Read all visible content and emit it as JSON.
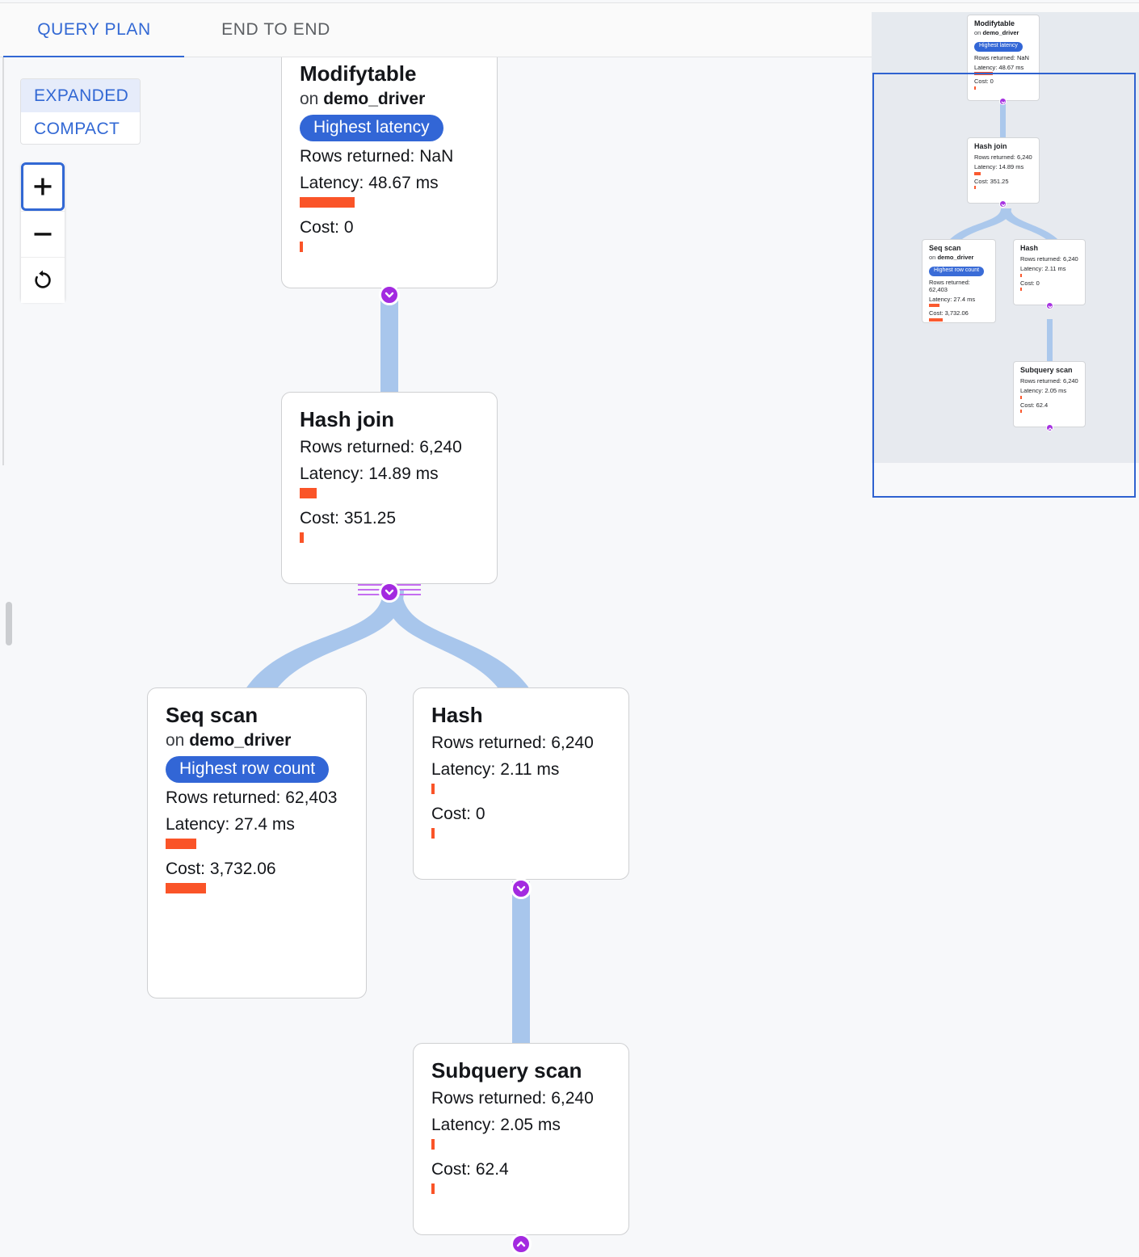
{
  "tabs": [
    {
      "label": "QUERY PLAN",
      "active": true
    },
    {
      "label": "END TO END",
      "active": false
    }
  ],
  "display_mode": {
    "options": [
      {
        "label": "EXPANDED",
        "selected": true
      },
      {
        "label": "COMPACT",
        "selected": false
      }
    ]
  },
  "zoom_controls": [
    {
      "name": "zoom-in",
      "glyph": "plus"
    },
    {
      "name": "zoom-out",
      "glyph": "minus"
    },
    {
      "name": "reset-view",
      "glyph": "reset"
    }
  ],
  "colors": {
    "accent_blue": "#3268d4",
    "badge_blue": "#3266d6",
    "metric_bar": "#fa5428",
    "edge_blue": "#a8c6ec",
    "handle_purple": "#a32ae0",
    "canvas_bg": "#f7f8fa",
    "minimap_bg": "#e6eaef",
    "minimap_viewport_border": "#2f62d0"
  },
  "labels": {
    "rows_returned": "Rows returned:",
    "latency": "Latency:",
    "cost": "Cost:",
    "on": "on"
  },
  "nodes": [
    {
      "id": "modifytable",
      "title": "Modifytable",
      "relation": "demo_driver",
      "badge": "Highest latency",
      "rows_returned": "Rows returned: NaN",
      "latency": "Latency: 48.67 ms",
      "latency_bar_width": 68,
      "cost": "Cost: 0",
      "cost_bar_width": 4
    },
    {
      "id": "hash-join",
      "title": "Hash join",
      "relation": null,
      "badge": null,
      "rows_returned": "Rows returned: 6,240",
      "latency": "Latency: 14.89 ms",
      "latency_bar_width": 21,
      "cost": "Cost: 351.25",
      "cost_bar_width": 5
    },
    {
      "id": "seq-scan",
      "title": "Seq scan",
      "relation": "demo_driver",
      "badge": "Highest row count",
      "rows_returned": "Rows returned: 62,403",
      "latency": "Latency: 27.4 ms",
      "latency_bar_width": 38,
      "cost": "Cost: 3,732.06",
      "cost_bar_width": 50
    },
    {
      "id": "hash",
      "title": "Hash",
      "relation": null,
      "badge": null,
      "rows_returned": "Rows returned: 6,240",
      "latency": "Latency: 2.11 ms",
      "latency_bar_width": 4,
      "cost": "Cost: 0",
      "cost_bar_width": 4
    },
    {
      "id": "subquery-scan",
      "title": "Subquery scan",
      "relation": null,
      "badge": null,
      "rows_returned": "Rows returned: 6,240",
      "latency": "Latency: 2.05 ms",
      "latency_bar_width": 4,
      "cost": "Cost: 62.4",
      "cost_bar_width": 4
    }
  ],
  "handles": [
    {
      "node": "modifytable",
      "direction": "down"
    },
    {
      "node": "hash-join",
      "direction": "down"
    },
    {
      "node": "hash",
      "direction": "down"
    },
    {
      "node": "subquery-scan",
      "direction": "up"
    }
  ],
  "minimap": {
    "present": true,
    "viewport_label": "minimap-viewport"
  }
}
